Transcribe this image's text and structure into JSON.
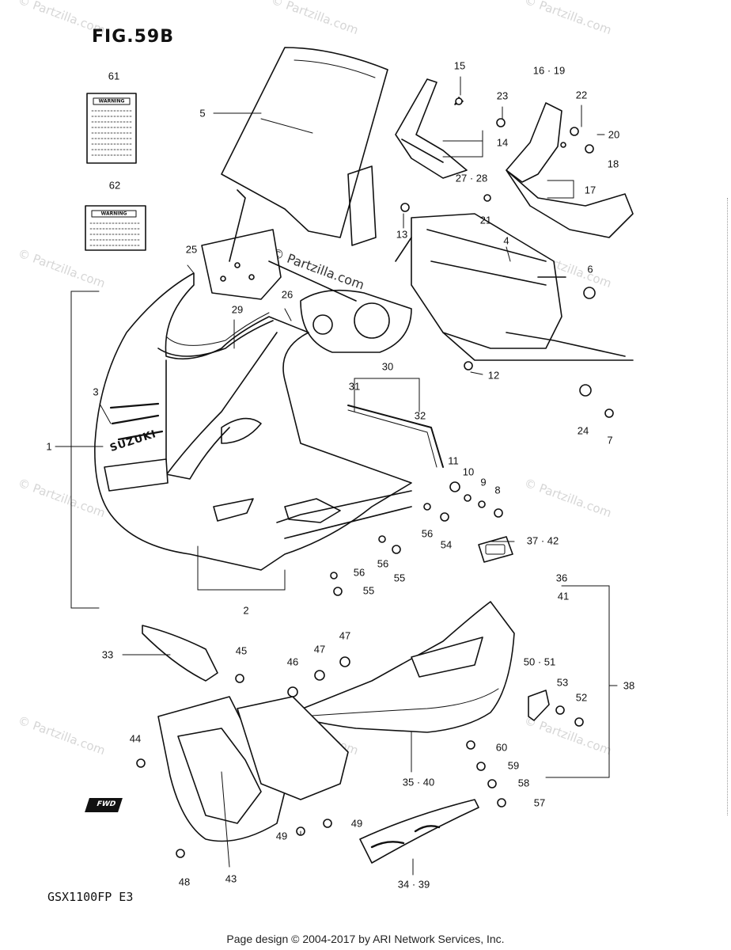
{
  "figure": {
    "title": "FIG.59B",
    "model": "GSX1100FP  E3",
    "footer": "Page design © 2004-2017 by ARI Network Services, Inc.",
    "watermark_text": "© Partzilla.com",
    "brand_text": "SUZUKI",
    "fwd_text": "FWD",
    "warning_label": "WARNING"
  },
  "callouts": {
    "c1": "1",
    "c2": "2",
    "c3": "3",
    "c4": "4",
    "c5": "5",
    "c6": "6",
    "c7": "7",
    "c8": "8",
    "c9": "9",
    "c10": "10",
    "c11": "11",
    "c12": "12",
    "c13": "13",
    "c14": "14",
    "c15": "15",
    "c16_19": "16 · 19",
    "c17": "17",
    "c18": "18",
    "c20": "20",
    "c21": "21",
    "c22": "22",
    "c23": "23",
    "c24": "24",
    "c25": "25",
    "c26": "26",
    "c27_28": "27 · 28",
    "c29": "29",
    "c30": "30",
    "c31": "31",
    "c32": "32",
    "c33": "33",
    "c34_39": "34 · 39",
    "c35_40": "35 · 40",
    "c36": "36",
    "c41": "41",
    "c37_42": "37 · 42",
    "c38": "38",
    "c43": "43",
    "c44": "44",
    "c45": "45",
    "c46": "46",
    "c47a": "47",
    "c47b": "47",
    "c48": "48",
    "c49a": "49",
    "c49b": "49",
    "c50_51": "50 · 51",
    "c52": "52",
    "c53": "53",
    "c54": "54",
    "c55a": "55",
    "c55b": "55",
    "c56a": "56",
    "c56b": "56",
    "c56c": "56",
    "c57": "57",
    "c58": "58",
    "c59": "59",
    "c60": "60",
    "c61": "61",
    "c62": "62"
  }
}
